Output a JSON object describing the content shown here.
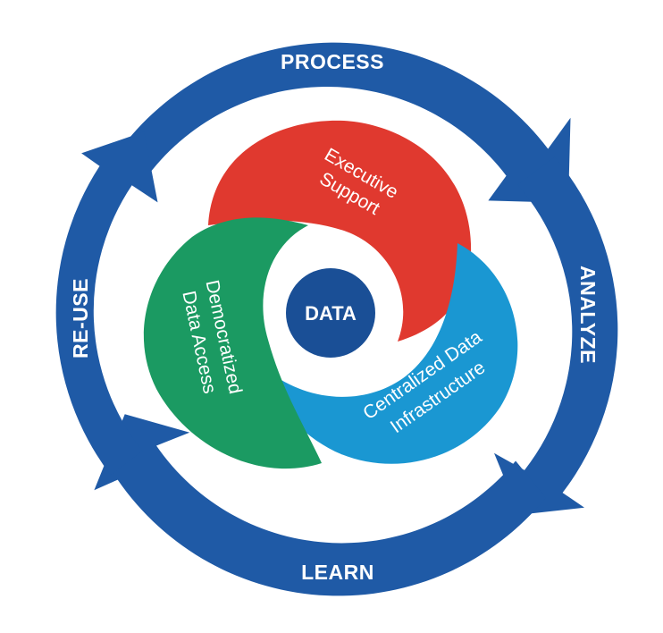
{
  "cycle": {
    "stages": [
      {
        "label": "PROCESS"
      },
      {
        "label": "ANALYZE"
      },
      {
        "label": "LEARN"
      },
      {
        "label": "RE-USE"
      }
    ]
  },
  "pillars": {
    "executive": {
      "lines": [
        "Executive",
        "Support"
      ]
    },
    "centralized": {
      "lines": [
        "Centralized Data",
        "Infrastructure"
      ]
    },
    "democratized": {
      "lines": [
        "Democratized",
        "Data Access"
      ]
    }
  },
  "core": {
    "label": "DATA"
  },
  "colors": {
    "ring": "#1f5aa6",
    "executive": "#e0392f",
    "centralized": "#1a97d2",
    "democratized": "#1b9a62",
    "core": "#1a4f96",
    "text": "#ffffff"
  }
}
